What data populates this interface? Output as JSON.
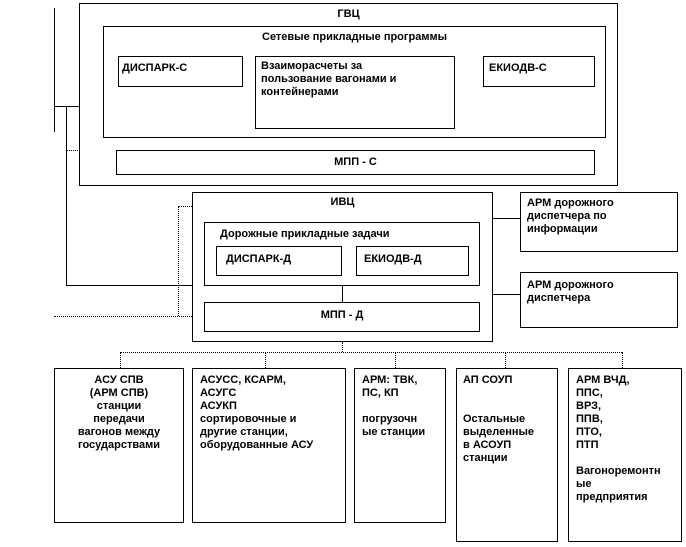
{
  "gvc": {
    "title": "ГВЦ",
    "network_apps_title": "Сетевые прикладные программы",
    "dispark_c": "ДИСПАРК-С",
    "settlements": "Взаиморасчеты за\nпользование вагонами и\nконтейнерами",
    "ekiodv_c": "ЕКИОДВ-С",
    "mpp_c": "МПП - С"
  },
  "ivc": {
    "title": "ИВЦ",
    "road_tasks_title": "Дорожные прикладные задачи",
    "dispark_d": "ДИСПАРК-Д",
    "ekiodv_d": "ЕКИОДВ-Д",
    "mpp_d": "МПП - Д"
  },
  "arm_info": "АРМ дорожного\nдиспетчера по\nинформации",
  "arm_dispatcher": "АРМ дорожного\nдиспетчера",
  "bottom": {
    "asu_spv": "АСУ СПВ\n(АРМ СПВ)\nстанции\nпередачи\nвагонов между\nгосударствами",
    "asuss": "АСУСС, КСАРМ,\nАСУГС\nАСУКП\nсортировочные и\nдругие станции,\nоборудованные АСУ",
    "arm_tvk": "АРМ: ТВК,\nПС, КП\n\nпогрузочн\nые станции",
    "ap_soup": "АП СОУП\n\n\nОстальные\nвыделенные\nв АСОУП\nстанции",
    "arm_vchd": "АРМ ВЧД,\nППС,\nВРЗ,\nППВ,\nПТО,\nПТП\n\nВагоноремонтн\nые\nпредприятия"
  }
}
